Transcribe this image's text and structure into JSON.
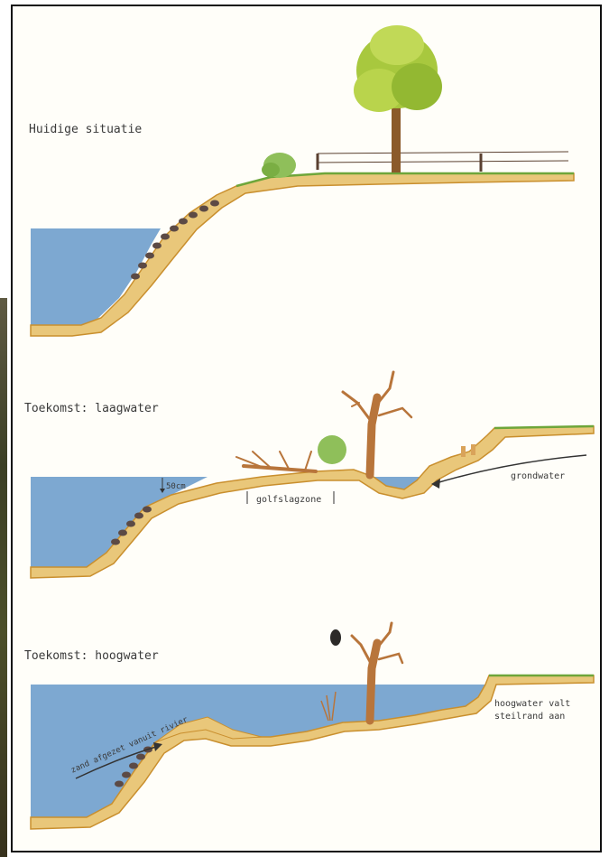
{
  "panels": {
    "current": {
      "title": "Huidige situatie"
    },
    "low_water": {
      "title": "Toekomst: laagwater",
      "depth_label": "50cm",
      "wave_zone_label": "golfslagzone",
      "groundwater_label": "grondwater"
    },
    "high_water": {
      "title": "Toekomst: hoogwater",
      "sand_label": "zand afgezet vanuit rivier",
      "bank_label_line1": "hoogwater valt",
      "bank_label_line2": "steilrand aan"
    }
  },
  "colors": {
    "water": "#6f9fcc",
    "sand": "#e9c77a",
    "sand_edge": "#c98f2e",
    "grass": "#6ea63a",
    "tree_crown": "#a8c83e",
    "dead_wood": "#b8753b",
    "stone": "#5c4a45"
  }
}
